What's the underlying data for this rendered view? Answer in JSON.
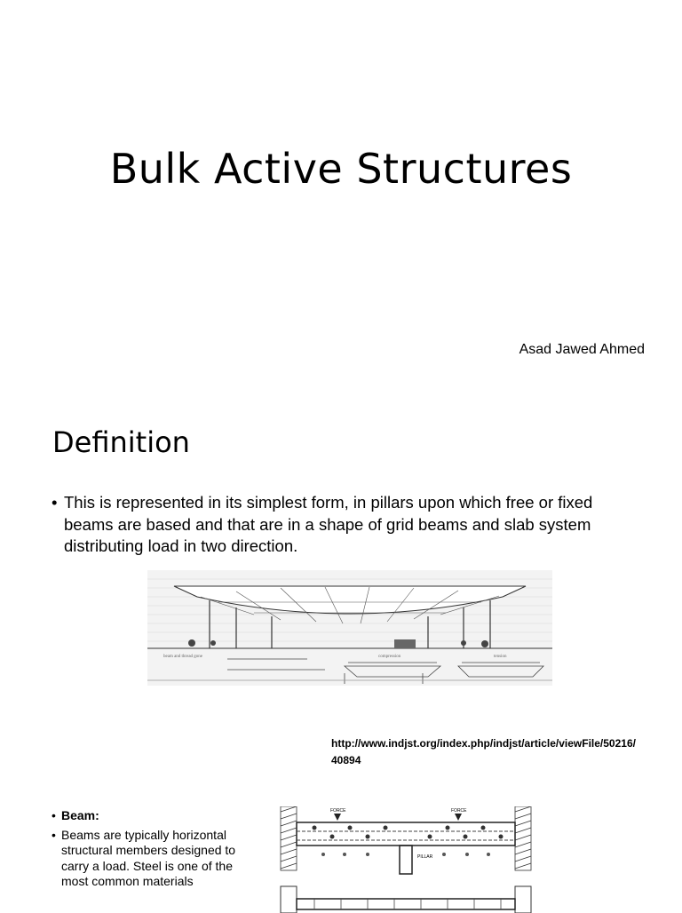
{
  "slide1": {
    "title": "Bulk Active Structures",
    "author": "Asad Jawed Ahmed"
  },
  "slide2": {
    "heading": "Definition",
    "bullet": "This is represented in its simplest form, in pillars upon which free or fixed beams are based and that are in a shape of grid beams and slab system distributing load in two direction.",
    "figure_icon": "structure-sketch-image",
    "reference": "http://www.indjst.org/index.php/indjst/article/viewFile/50216/40894",
    "reference_line1": "http://www.indjst.org/index.php/indjst/article/viewFile/50216/",
    "reference_line2": "40894"
  },
  "slide3": {
    "bullet_heading": "Beam:",
    "bullet_text": "Beams are typically horizontal structural members designed to carry a load. Steel is one of the most common materials",
    "figure_labels": [
      "FORCE",
      "FORCE",
      "PILLAR"
    ],
    "figure_icon": "beam-diagram-image"
  }
}
